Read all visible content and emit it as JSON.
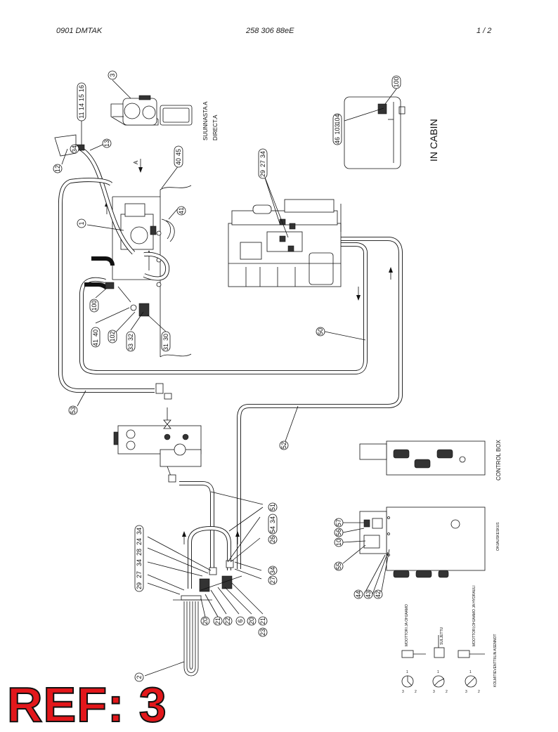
{
  "header": {
    "left": "0901  DMTAK",
    "middle": "258 306 88eE",
    "right": "1 /  2"
  },
  "ref_stamp": "REF: 3",
  "labels": {
    "in_cabin": "IN CABIN",
    "control_box": "CONTROL BOX",
    "ohjauskeskus": "OHJAUSKESKUS",
    "suunnasta": "SUUNNASTA  A",
    "direct": "DIRECT.A",
    "view_a": "A",
    "moottori1": "MOOTTORI  JA  OHJAAMO",
    "suljettu": "SULJETTU",
    "moottori2": "MOOTTORI,OHJAAMO  JA HYDRAULI",
    "kolmitieventtiilin": "KOLMITIEVENTTIILIN ASENNOT"
  },
  "callouts": [
    {
      "id": "c3",
      "text": "3"
    },
    {
      "id": "c11",
      "text": "11"
    },
    {
      "id": "c14",
      "text": "14"
    },
    {
      "id": "c15",
      "text": "15"
    },
    {
      "id": "c16",
      "text": "16"
    },
    {
      "id": "c12",
      "text": "12"
    },
    {
      "id": "c34a",
      "text": "34"
    },
    {
      "id": "c13",
      "text": "13"
    },
    {
      "id": "c40",
      "text": "40"
    },
    {
      "id": "c45",
      "text": "45"
    },
    {
      "id": "c41",
      "text": "41"
    },
    {
      "id": "c1",
      "text": "1"
    },
    {
      "id": "c100a",
      "text": "100"
    },
    {
      "id": "c4140",
      "text": "41"
    },
    {
      "id": "c40b",
      "text": "40"
    },
    {
      "id": "c102",
      "text": "102"
    },
    {
      "id": "c33",
      "text": "33"
    },
    {
      "id": "c32",
      "text": "32"
    },
    {
      "id": "c31",
      "text": "31"
    },
    {
      "id": "c30",
      "text": "30"
    },
    {
      "id": "c29a",
      "text": "29"
    },
    {
      "id": "c27a",
      "text": "27"
    },
    {
      "id": "c34b",
      "text": "34"
    },
    {
      "id": "c50",
      "text": "50"
    },
    {
      "id": "c53",
      "text": "53"
    },
    {
      "id": "c52",
      "text": "52"
    },
    {
      "id": "c100b",
      "text": "100"
    },
    {
      "id": "c46",
      "text": "46"
    },
    {
      "id": "c103",
      "text": "103"
    },
    {
      "id": "c104",
      "text": "104"
    },
    {
      "id": "c51",
      "text": "51"
    },
    {
      "id": "c54",
      "text": "54"
    },
    {
      "id": "c34c",
      "text": "34"
    },
    {
      "id": "c26a",
      "text": "26"
    },
    {
      "id": "c34d",
      "text": "34"
    },
    {
      "id": "c27b",
      "text": "27"
    },
    {
      "id": "c34e",
      "text": "34"
    },
    {
      "id": "c24",
      "text": "24"
    },
    {
      "id": "c28",
      "text": "28"
    },
    {
      "id": "c34f",
      "text": "34"
    },
    {
      "id": "c27c",
      "text": "27"
    },
    {
      "id": "c29b",
      "text": "29"
    },
    {
      "id": "c20a",
      "text": "20"
    },
    {
      "id": "c21a",
      "text": "21"
    },
    {
      "id": "c22",
      "text": "22"
    },
    {
      "id": "c6",
      "text": "6"
    },
    {
      "id": "c20b",
      "text": "20"
    },
    {
      "id": "c21b",
      "text": "21"
    },
    {
      "id": "c23",
      "text": "23"
    },
    {
      "id": "c2",
      "text": "2"
    },
    {
      "id": "c57",
      "text": "57"
    },
    {
      "id": "c56",
      "text": "56"
    },
    {
      "id": "c10",
      "text": "10"
    },
    {
      "id": "c55",
      "text": "55"
    },
    {
      "id": "c44",
      "text": "44"
    },
    {
      "id": "c43",
      "text": "43"
    },
    {
      "id": "c42",
      "text": "42"
    }
  ],
  "valve_positions": [
    {
      "a": "3",
      "b": "1",
      "c": "2"
    },
    {
      "a": "3",
      "b": "1",
      "c": "2"
    },
    {
      "a": "3",
      "b": "1",
      "c": "2"
    }
  ]
}
